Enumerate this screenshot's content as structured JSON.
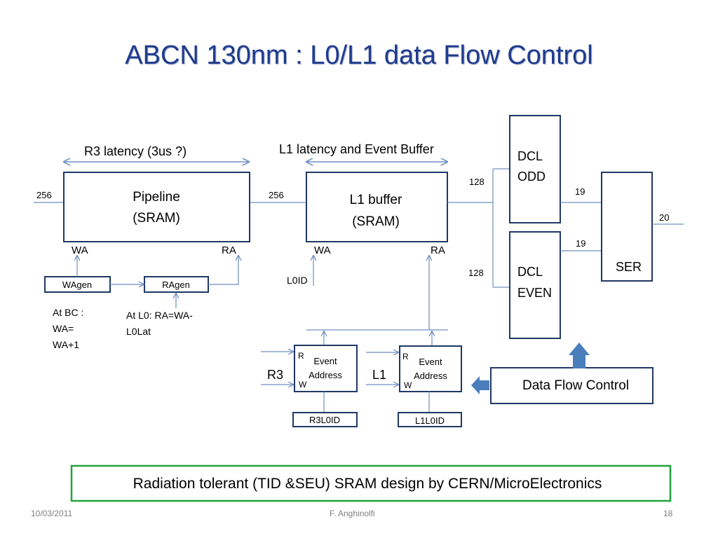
{
  "slide": {
    "title": "ABCN 130nm : L0/L1 data Flow Control",
    "footer_date": "10/03/2011",
    "footer_author": "F. Anghinolfi",
    "footer_page": "18"
  },
  "diagram": {
    "r3_latency": "R3 latency (3us ?)",
    "l1_latency": "L1 latency and Event Buffer",
    "pipeline_line1": "Pipeline",
    "pipeline_line2": "(SRAM)",
    "l1buffer_line1": "L1 buffer",
    "l1buffer_line2": "(SRAM)",
    "in_256_a": "256",
    "in_256_b": "256",
    "wa1": "WA",
    "ra1": "RA",
    "wa2": "WA",
    "ra2": "RA",
    "wagen": "WAgen",
    "ragen": "RAgen",
    "at_bc_1": "At BC :",
    "at_bc_2": "WA=",
    "at_bc_3": "WA+1",
    "at_l0_1": "At L0: RA=WA-",
    "at_l0_2": "L0Lat",
    "l0id": "L0ID",
    "dcl_odd_1": "DCL",
    "dcl_odd_2": "ODD",
    "dcl_even_1": "DCL",
    "dcl_even_2": "EVEN",
    "bus_128_top": "128",
    "bus_128_bot": "128",
    "bus_19_top": "19",
    "bus_19_bot": "19",
    "bus_20": "20",
    "ser": "SER",
    "r3": "R3",
    "l1": "L1",
    "ev1_r": "R",
    "ev1_w": "W",
    "ev1_line1": "Event",
    "ev1_line2": "Address",
    "ev2_r": "R",
    "ev2_w": "W",
    "ev2_line1": "Event",
    "ev2_line2": "Address",
    "r3l0id": "R3L0ID",
    "l1l0id": "L1L0ID",
    "data_flow_control": "Data Flow Control",
    "note": "Radiation tolerant (TID &SEU) SRAM design by CERN/MicroElectronics"
  },
  "colors": {
    "title": "#1f3b8c",
    "box_stroke": "#1f3864",
    "wire": "#6f8fbf",
    "arrow_fill": "#4a7ebb",
    "note_border": "#21a33a"
  }
}
